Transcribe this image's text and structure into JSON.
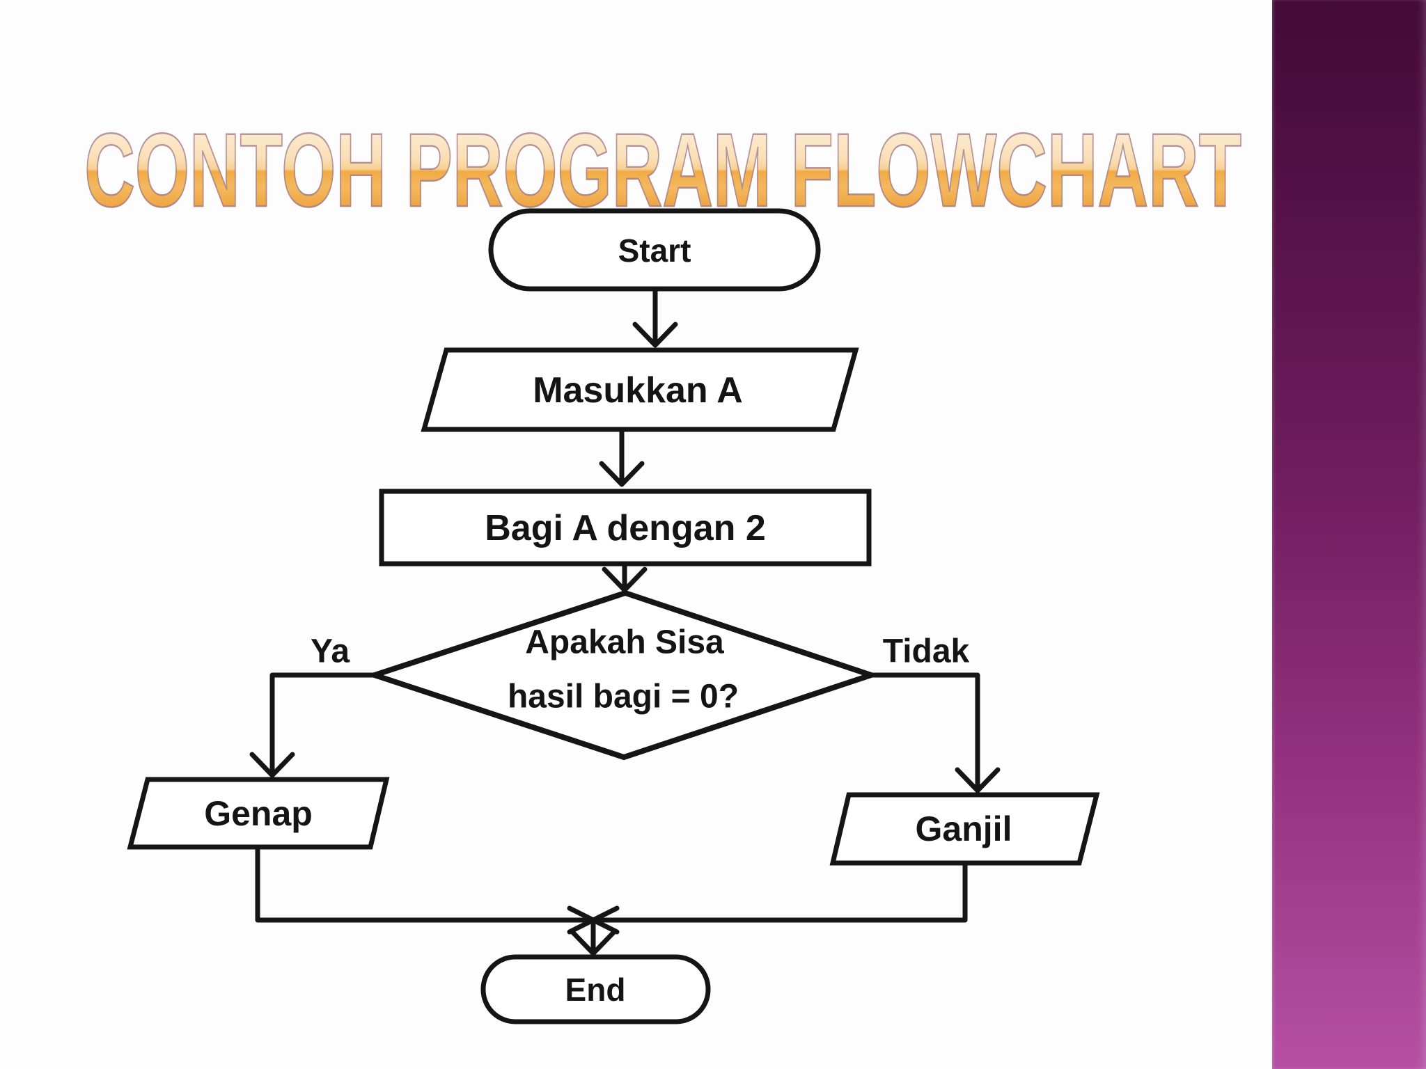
{
  "slide": {
    "title": "CONTOH PROGRAM FLOWCHART",
    "colors": {
      "background": "#fdfdfd",
      "line": "#151515",
      "shape_fill": "#ffffff",
      "title_gradient_top": "#fcecd2",
      "title_gradient_bottom": "#eea23a",
      "title_outline": "#a48094",
      "accent_bar_top": "#440a38",
      "accent_bar_middle": "#6f1d5e",
      "accent_bar_bottom": "#b64fa3"
    }
  },
  "flowchart": {
    "nodes": {
      "start": {
        "type": "terminator",
        "label": "Start"
      },
      "input": {
        "type": "input-output",
        "label": "Masukkan A"
      },
      "process": {
        "type": "process",
        "label": "Bagi A dengan 2"
      },
      "decision": {
        "type": "decision",
        "label_line1": "Apakah Sisa",
        "label_line2": "hasil bagi = 0?"
      },
      "even": {
        "type": "input-output",
        "label": "Genap"
      },
      "odd": {
        "type": "input-output",
        "label": "Ganjil"
      },
      "end": {
        "type": "terminator",
        "label": "End"
      }
    },
    "branches": {
      "yes": "Ya",
      "no": "Tidak"
    },
    "edges": [
      {
        "from": "start",
        "to": "input"
      },
      {
        "from": "input",
        "to": "process"
      },
      {
        "from": "process",
        "to": "decision"
      },
      {
        "from": "decision",
        "to": "even",
        "label": "Ya"
      },
      {
        "from": "decision",
        "to": "odd",
        "label": "Tidak"
      },
      {
        "from": "even",
        "to": "end"
      },
      {
        "from": "odd",
        "to": "end"
      }
    ]
  }
}
